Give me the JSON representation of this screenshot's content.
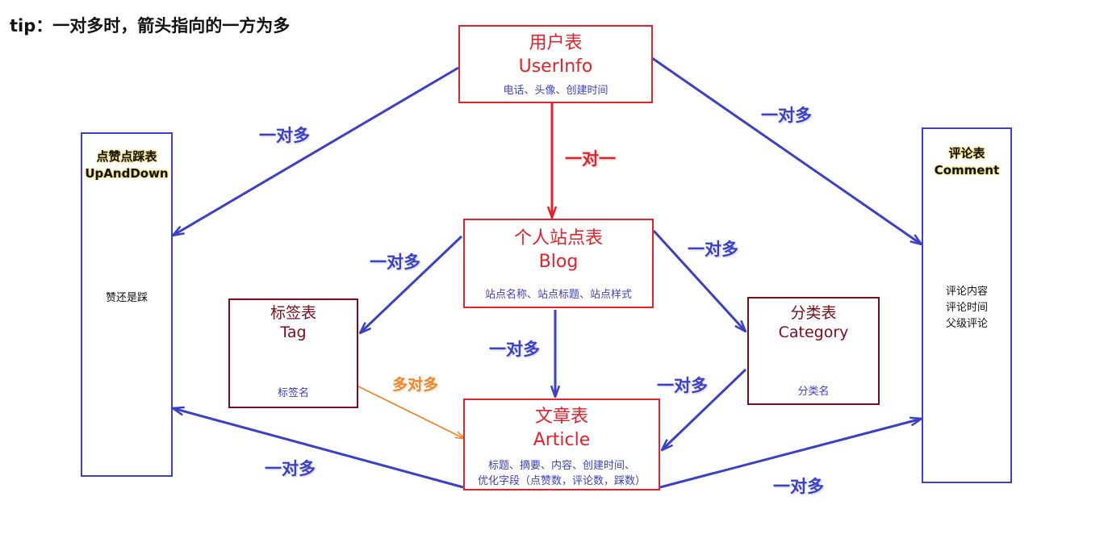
{
  "tip": "tip：一对多时，箭头指向的一方为多",
  "colors": {
    "red": "#e8202a",
    "dark_red": "#7a0c1c",
    "blue": "#3b40c4",
    "orange": "#f0852a"
  },
  "tables": {
    "userinfo": {
      "cn": "用户表",
      "en": "UserInfo",
      "fields": "电话、头像、创建时间"
    },
    "blog": {
      "cn": "个人站点表",
      "en": "Blog",
      "fields": "站点名称、站点标题、站点样式"
    },
    "tag": {
      "cn": "标签表",
      "en": "Tag",
      "fields": "标签名"
    },
    "category": {
      "cn": "分类表",
      "en": "Category",
      "fields": "分类名"
    },
    "article": {
      "cn": "文章表",
      "en": "Article",
      "fields_line1": "标题、摘要、内容、创建时间、",
      "fields_line2": "优化字段（点赞数，评论数，踩数）"
    },
    "updown": {
      "cn": "点赞点踩表",
      "en": "UpAndDown",
      "fields": "赞还是踩"
    },
    "comment": {
      "cn": "评论表",
      "en": "Comment",
      "field1": "评论内容",
      "field2": "评论时间",
      "field3": "父级评论"
    }
  },
  "relations": {
    "user_updown": "一对多",
    "user_comment": "一对多",
    "user_blog": "一对一",
    "blog_tag": "一对多",
    "blog_category": "一对多",
    "blog_article": "一对多",
    "tag_article": "多对多",
    "category_article": "一对多",
    "article_updown": "一对多",
    "article_comment": "一对多"
  }
}
